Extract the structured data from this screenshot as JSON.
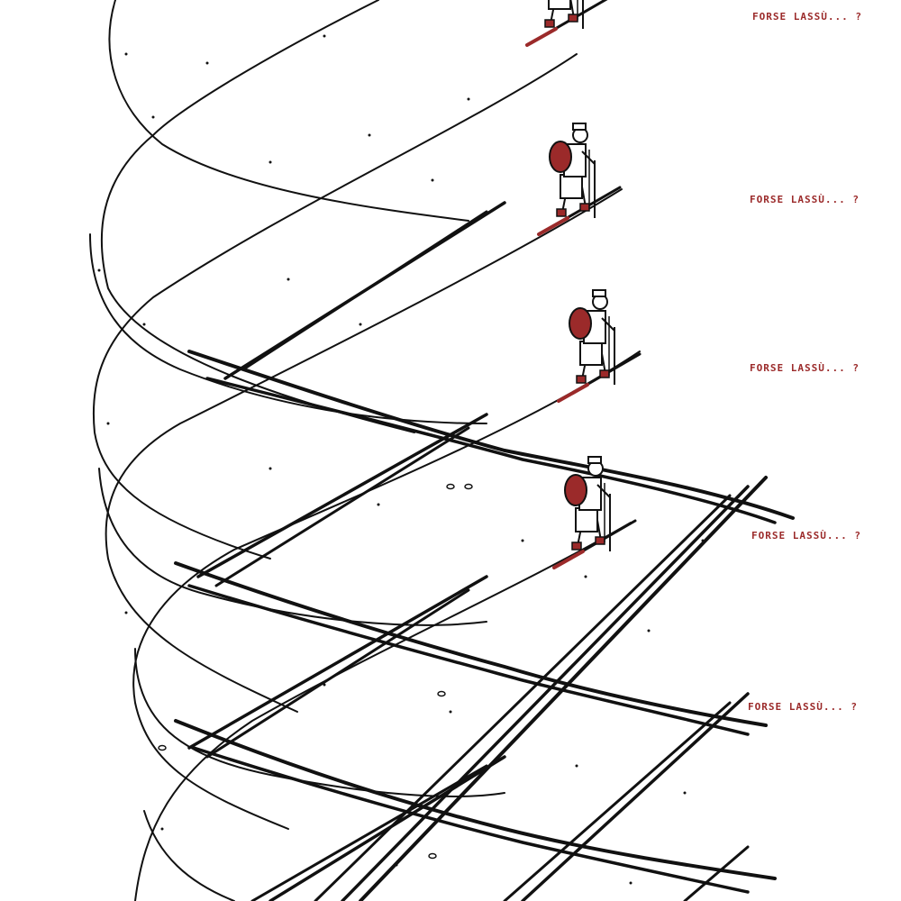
{
  "panels": [
    {
      "caption": "FORSE LASSÙ... ?"
    },
    {
      "caption": "FORSE LASSÙ... ?"
    },
    {
      "caption": "FORSE LASSÙ... ?"
    },
    {
      "caption": "FORSE LASSÙ... ?"
    },
    {
      "caption": "FORSE LASSÙ... ?"
    }
  ],
  "colors": {
    "ink": "#111111",
    "accent": "#9b2a2a",
    "paper": "#ffffff"
  },
  "icons": [
    "ski-tourer-figure",
    "backpack-icon",
    "ski-pole-icon"
  ]
}
